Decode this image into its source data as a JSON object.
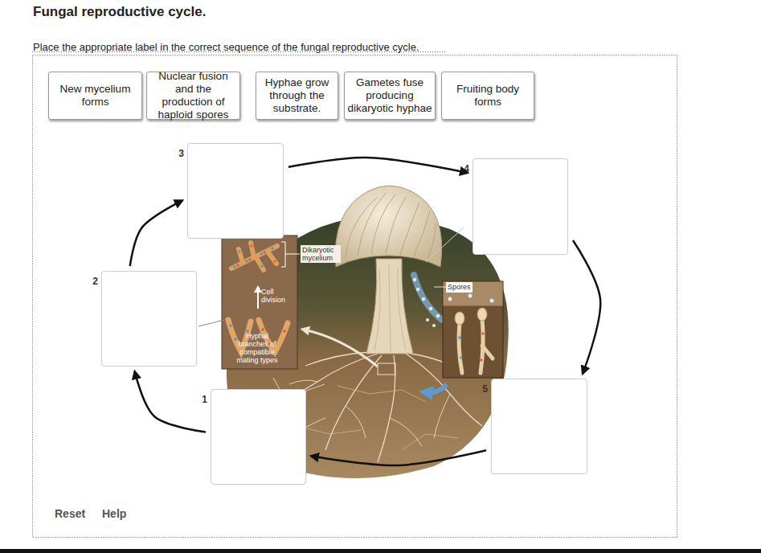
{
  "diagram": {
    "title": "Fungal reproductive cycle.",
    "nodes": [
      {
        "text": [
          "New mycelium forms"
        ]
      },
      {
        "text": [
          "Nuclear fusion and the production of haploid spores"
        ]
      },
      {
        "text": [
          "Hyphae grow through the substrate."
        ]
      },
      {
        "text": [
          "Gametes fuse producing dikaryotic hyphae"
        ]
      },
      {
        "text": [
          "Fruiting body forms"
        ]
      },
      {
        "text": [
          "1"
        ]
      },
      {
        "text": [
          "2"
        ]
      },
      {
        "text": [
          "3"
        ]
      },
      {
        "text": [
          "4"
        ]
      },
      {
        "text": [
          "5"
        ]
      }
    ],
    "edges": [
      {
        "from": 5,
        "to": 6,
        "arrow": "to"
      },
      {
        "from": 6,
        "to": 7,
        "arrow": "to"
      },
      {
        "from": 7,
        "to": 8,
        "arrow": "to"
      },
      {
        "from": 8,
        "to": 9,
        "arrow": "to"
      },
      {
        "from": 9,
        "to": 5,
        "arrow": "to"
      }
    ],
    "labels": [
      "Place the appropriate label in the correct sequence of the fungal reproductive cycle.",
      "Dikaryotic mycelium",
      "Cell division",
      "Hyphal branches of compatible mating types",
      "Spores",
      "Reset",
      "Help"
    ]
  }
}
